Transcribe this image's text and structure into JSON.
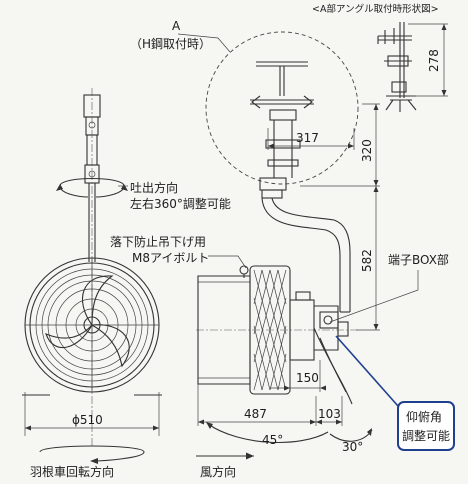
{
  "labels": {
    "inset_title": "<A部アングル取付時形状図>",
    "a_label": "A",
    "a_sub": "（H鋼取付時）",
    "discharge_line1": "吐出方向",
    "discharge_line2": "左右360°調整可能",
    "eyebolt_line1": "落下防止吊下げ用",
    "eyebolt_line2": "M8アイボルト",
    "terminal_box": "端子BOX部",
    "tilt_line1": "仰俯角",
    "tilt_line2": "調整可能",
    "rotation_dir": "羽根車回転方向",
    "wind_dir": "風方向"
  },
  "dimensions": {
    "d278": "278",
    "d317": "317",
    "d320": "320",
    "d582": "582",
    "d150": "150",
    "d487": "487",
    "d103": "103",
    "d510": "ϕ510",
    "a45": "45°",
    "a30": "30°"
  },
  "colors": {
    "line": "#333333",
    "callout_border": "#1f3f8f"
  }
}
